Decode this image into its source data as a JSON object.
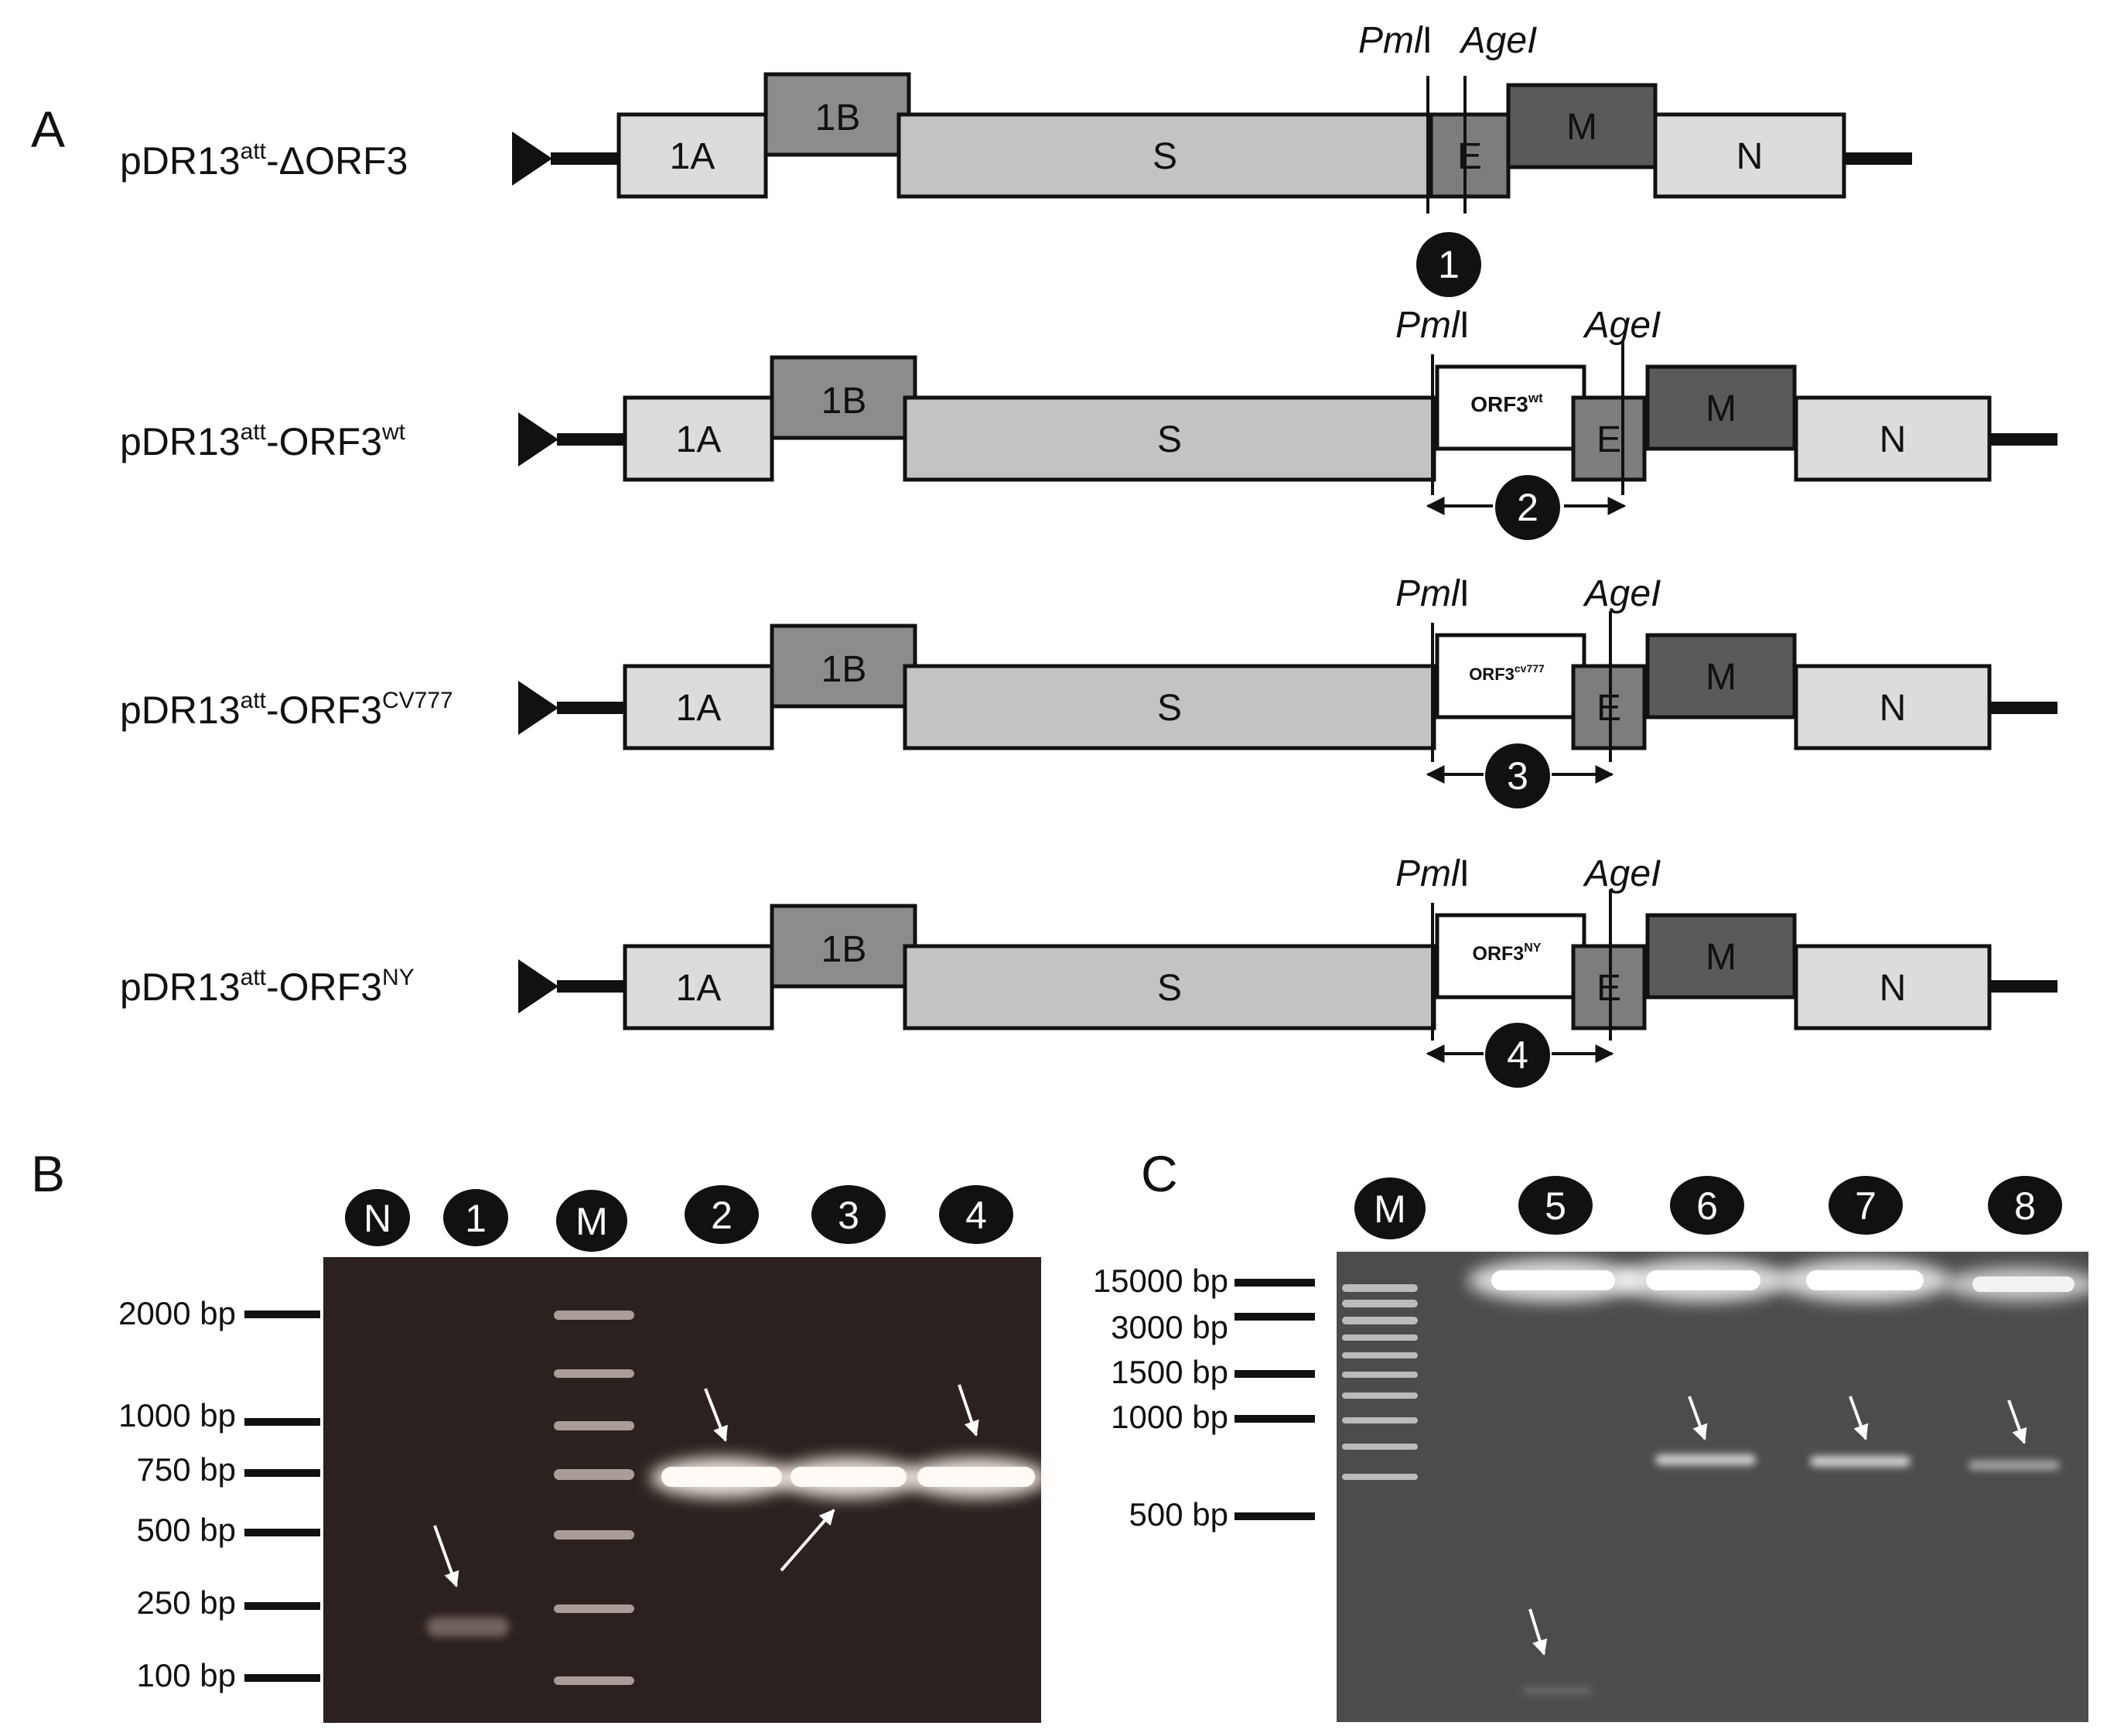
{
  "panels": {
    "a": "A",
    "b": "B",
    "c": "C"
  },
  "constructs": [
    {
      "base": "pDR13",
      "sup1": "att",
      "mid": "-ΔORF3",
      "sup2": "",
      "badge": "1",
      "insert": ""
    },
    {
      "base": "pDR13",
      "sup1": "att",
      "mid": "-ORF3",
      "sup2": "wt",
      "badge": "2",
      "insert_base": "ORF3",
      "insert_sup": "wt"
    },
    {
      "base": "pDR13",
      "sup1": "att",
      "mid": "-ORF3",
      "sup2": "CV777",
      "badge": "3",
      "insert_base": "ORF3",
      "insert_sup": "cv777"
    },
    {
      "base": "pDR13",
      "sup1": "att",
      "mid": "-ORF3",
      "sup2": "NY",
      "badge": "4",
      "insert_base": "ORF3",
      "insert_sup": "NY"
    }
  ],
  "genes": {
    "g1a": "1A",
    "g1b": "1B",
    "gs": "S",
    "ge": "E",
    "gm": "M",
    "gn": "N"
  },
  "sites": {
    "pml_a": "Pml",
    "pml_b": "I",
    "age": "AgeI"
  },
  "gel_b": {
    "lanes": [
      "N",
      "1",
      "M",
      "2",
      "3",
      "4"
    ],
    "ladder": [
      "2000 bp",
      "1000 bp",
      "750 bp",
      "500 bp",
      "250 bp",
      "100 bp"
    ]
  },
  "gel_c": {
    "lanes": [
      "M",
      "5",
      "6",
      "7",
      "8"
    ],
    "ladder": [
      "15000 bp",
      "3000 bp",
      "1500 bp",
      "1000 bp",
      "500 bp"
    ]
  },
  "colors": {
    "g1a": "#dcdcdc",
    "g1b": "#8c8c8c",
    "gs": "#c3c3c3",
    "ge": "#7d7d7d",
    "gm": "#5a5a5a",
    "gn": "#dcdcdc",
    "insert": "#ffffff",
    "gel_b_bg": "#2b211e",
    "gel_c_bg": "#4c4c4c"
  }
}
